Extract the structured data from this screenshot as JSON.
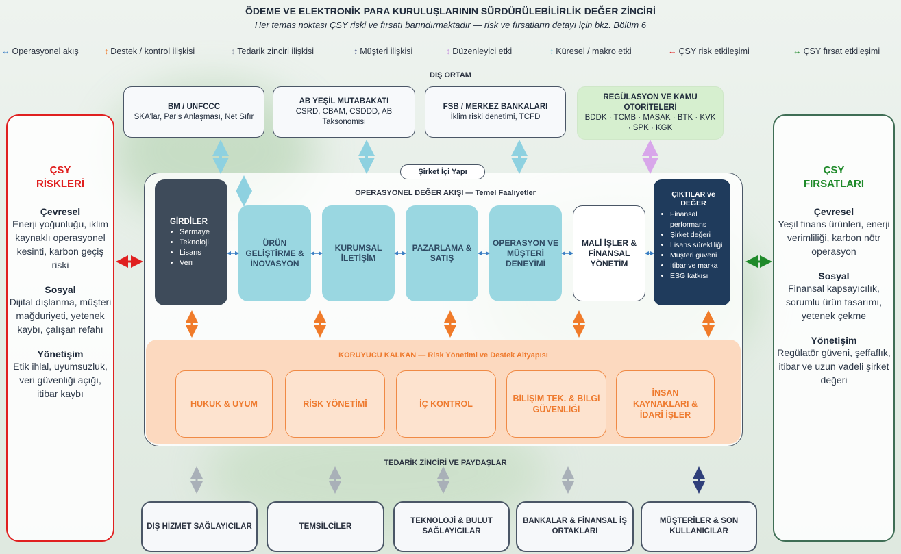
{
  "title": "ÖDEME VE ELEKTRONİK PARA KURULUŞLARININ SÜRDÜRÜLEBİLİRLİK DEĞER ZİNCİRİ",
  "subtitle": "Her temas noktası ÇSY riski ve fırsatı barındırmaktadır — risk ve fırsatların detayı için bkz. Bölüm 6",
  "legend": [
    {
      "glyph": "↔",
      "label": "Operasyonel akış",
      "color": "#3b7fc4"
    },
    {
      "glyph": "↕",
      "label": "Destek / kontrol ilişkisi",
      "color": "#f07b2a"
    },
    {
      "glyph": "↕",
      "label": "Tedarik zinciri ilişkisi",
      "color": "#9aa3ad"
    },
    {
      "glyph": "↕",
      "label": "Müşteri ilişkisi",
      "color": "#2f3f7a"
    },
    {
      "glyph": "↕",
      "label": "Düzenleyici etki",
      "color": "#c99ae0"
    },
    {
      "glyph": "↕",
      "label": "Küresel / makro etki",
      "color": "#8ed1e0"
    },
    {
      "glyph": "↔",
      "label": "ÇSY risk etkileşimi",
      "color": "#e02020"
    },
    {
      "glyph": "↔",
      "label": "ÇSY fırsat etkileşimi",
      "color": "#1f8a2a"
    }
  ],
  "external_title": "DIŞ ORTAM",
  "external": [
    {
      "title": "BM / UNFCCC",
      "body": "SKA'lar, Paris Anlaşması, Net Sıfır"
    },
    {
      "title": "AB YEŞİL MUTABAKATI",
      "body": "CSRD, CBAM, CSDDD, AB Taksonomisi"
    },
    {
      "title": "FSB / MERKEZ BANKALARI",
      "body": "İklim riski denetimi, TCFD"
    },
    {
      "title": "REGÜLASYON VE KAMU OTORİTELERİ",
      "body": "BDDK · TCMB · MASAK · BTK · KVK · SPK · KGK"
    }
  ],
  "risks": {
    "title_1": "ÇSY",
    "title_2": "RİSKLERİ",
    "env_h": "Çevresel",
    "env": "Enerji yoğunluğu, iklim kaynaklı operasyonel kesinti, karbon geçiş riski",
    "soc_h": "Sosyal",
    "soc": "Dijital dışlanma, müşteri mağduriyeti, yetenek kaybı, çalışan refahı",
    "gov_h": "Yönetişim",
    "gov": "Etik ihlal, uyumsuzluk, veri güvenliği açığı, itibar kaybı"
  },
  "opportunities": {
    "title_1": "ÇSY",
    "title_2": "FIRSATLARI",
    "env_h": "Çevresel",
    "env": "Yeşil finans ürünleri, enerji verimliliği, karbon nötr operasyon",
    "soc_h": "Sosyal",
    "soc": "Finansal kapsayıcılık, sorumlu ürün tasarımı, yetenek çekme",
    "gov_h": "Yönetişim",
    "gov": "Regülatör güveni, şeffaflık, itibar ve uzun vadeli şirket değeri"
  },
  "company": {
    "tag": "Şirket İçi Yapı",
    "flow_title": "OPERASYONEL DEĞER AKIŞI — Temel Faaliyetler",
    "inputs_title": "GİRDİLER",
    "inputs": [
      "Sermaye",
      "Teknoloji",
      "Lisans",
      "Veri"
    ],
    "ops": [
      "ÜRÜN GELİŞTİRME & İNOVASYON",
      "KURUMSAL İLETİŞİM",
      "PAZARLAMA & SATIŞ",
      "OPERASYON VE MÜŞTERİ DENEYİMİ",
      "MALİ İŞLER & FİNANSAL YÖNETİM"
    ],
    "outputs_title": "ÇIKTILAR ve DEĞER",
    "outputs": [
      "Finansal performans",
      "Şirket değeri",
      "Lisans sürekliliği",
      "Müşteri güveni",
      "İtibar ve marka",
      "ESG katkısı"
    ],
    "shield_title": "KORUYUCU KALKAN — Risk Yönetimi ve Destek Altyapısı",
    "shield": [
      "HUKUK & UYUM",
      "RİSK YÖNETİMİ",
      "İÇ KONTROL",
      "BİLİŞİM TEK. & BİLGİ GÜVENLİĞİ",
      "İNSAN KAYNAKLARI & İDARİ İŞLER"
    ]
  },
  "supply_title": "TEDARİK ZİNCİRİ VE PAYDAŞLAR",
  "supply": [
    "DIŞ HİZMET SAĞLAYICILAR",
    "TEMSİLCİLER",
    "TEKNOLOJİ & BULUT SAĞLAYICILAR",
    "BANKALAR & FİNANSAL İŞ ORTAKLARI",
    "MÜŞTERİLER & SON KULLANICILAR"
  ]
}
